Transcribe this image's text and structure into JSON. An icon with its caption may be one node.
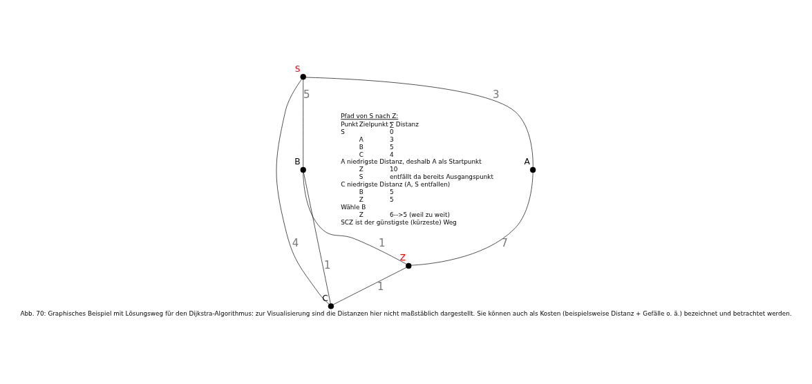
{
  "diagram": {
    "caption": "Abb. 70: Graphisches Beispiel mit Lösungsweg für den Dijkstra-Algorithmus: zur Visualisierung sind die Distanzen hier nicht maßstäblich dargestellt. Sie können auch als Kosten (beispielsweise Distanz + Gefälle o. ä.) bezeichnet und betrachtet werden.",
    "nodes": [
      {
        "text": [],
        "shape": "circle",
        "beside": [
          "A"
        ]
      },
      {
        "text": [],
        "shape": "circle",
        "beside": [
          "Z"
        ]
      },
      {
        "text": [],
        "shape": "circle",
        "beside": [
          "S"
        ]
      },
      {
        "text": [],
        "shape": "circle",
        "beside": [
          "C"
        ]
      },
      {
        "text": [],
        "shape": "circle",
        "beside": [
          "B"
        ]
      }
    ],
    "edges": [
      {
        "from": 2,
        "to": 0,
        "arrow": "none",
        "label": "3"
      },
      {
        "from": 0,
        "to": 1,
        "arrow": "none",
        "label": "7"
      },
      {
        "from": 2,
        "to": 4,
        "arrow": "none",
        "label": "5"
      },
      {
        "from": 2,
        "to": 3,
        "arrow": "none",
        "label": "4"
      },
      {
        "from": 4,
        "to": 1,
        "arrow": "none",
        "label": "1"
      },
      {
        "from": 1,
        "to": 3,
        "arrow": "none",
        "label": "1"
      },
      {
        "from": 4,
        "to": 3,
        "arrow": "none",
        "label": "1"
      }
    ],
    "labels": [
      "Pfad von S nach Z:",
      "Punkt",
      "Zielpunkt",
      "∑ Distanz",
      "S",
      "0",
      "A",
      "3",
      "B",
      "5",
      "C",
      "4",
      "A niedrigste Distanz, deshalb A als Startpunkt",
      "Z",
      "10",
      "S",
      "entfällt da bereits Ausgangspunkt",
      "C niedrigste Distanz (A, S entfallen)",
      "B",
      "5",
      "Z",
      "5",
      "Wähle B",
      "Z",
      "6-->5 (weil zu weit)",
      "SCZ ist der günstigste (kürzeste) Weg"
    ]
  }
}
